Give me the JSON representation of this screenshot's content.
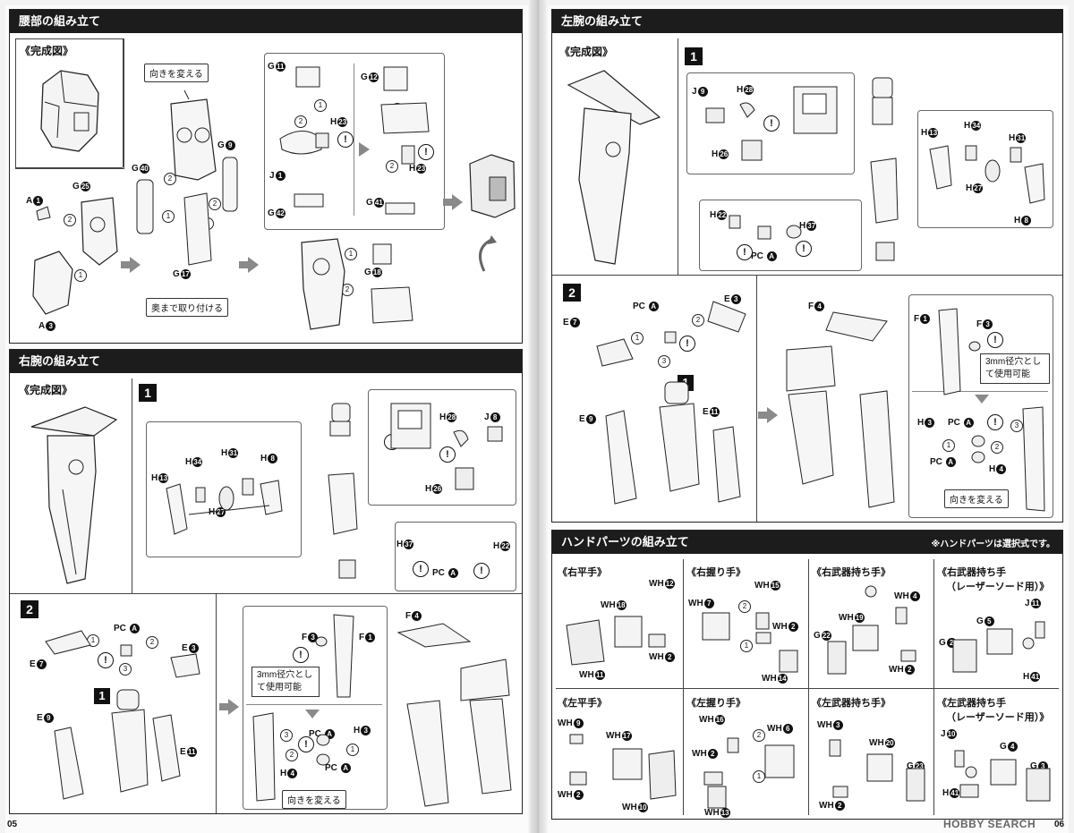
{
  "pages": {
    "left_number": "05",
    "right_number": "06"
  },
  "waist": {
    "title": "腰部の組み立て",
    "complete_label": "《完成図》",
    "callout_turn": "向きを変える",
    "callout_attach": "奥まで取り付ける",
    "parts": {
      "a1": "A",
      "a1n": "1",
      "a3": "A",
      "a3n": "3",
      "g25": "G",
      "g25n": "25",
      "g40": "G",
      "g40n": "40",
      "g9": "G",
      "g9n": "9",
      "g17": "G",
      "g17n": "17",
      "g11": "G",
      "g11n": "11",
      "g12": "G",
      "g12n": "12",
      "h23a": "H",
      "h23an": "23",
      "h23b": "H",
      "h23bn": "23",
      "j1": "J",
      "j1n": "1",
      "g42": "G",
      "g42n": "42",
      "g41": "G",
      "g41n": "41",
      "g18": "G",
      "g18n": "18"
    }
  },
  "right_arm": {
    "title": "右腕の組み立て",
    "complete_label": "《完成図》",
    "step1": "1",
    "step2": "2",
    "step1_inner": "1",
    "callout_hole": "3mm径穴として使用可能",
    "callout_turn": "向きを変える",
    "parts": {
      "h34": "H",
      "h34n": "34",
      "h31": "H",
      "h31n": "31",
      "h8": "H",
      "h8n": "8",
      "h13": "H",
      "h13n": "13",
      "h27": "H",
      "h27n": "27",
      "h28": "H",
      "h28n": "28",
      "j8": "J",
      "j8n": "8",
      "h26": "H",
      "h26n": "26",
      "h37": "H",
      "h37n": "37",
      "h22": "H",
      "h22n": "22",
      "pc_a1": "PC",
      "pc_a1n": "A",
      "pc_a2": "PC",
      "pc_a2n": "A",
      "pc_a3": "PC",
      "pc_a3n": "A",
      "pc_a4": "PC",
      "pc_a4n": "A",
      "e7": "E",
      "e7n": "7",
      "e3": "E",
      "e3n": "3",
      "e9": "E",
      "e9n": "9",
      "e11": "E",
      "e11n": "11",
      "f3": "F",
      "f3n": "3",
      "f1": "F",
      "f1n": "1",
      "f4": "F",
      "f4n": "4",
      "h3": "H",
      "h3n": "3",
      "h4": "H",
      "h4n": "4"
    }
  },
  "left_arm": {
    "title": "左腕の組み立て",
    "complete_label": "《完成図》",
    "step1": "1",
    "step2": "2",
    "step1_inner": "1",
    "callout_hole": "3mm径穴として使用可能",
    "callout_turn": "向きを変える",
    "parts": {
      "j9": "J",
      "j9n": "9",
      "h28": "H",
      "h28n": "28",
      "h26": "H",
      "h26n": "26",
      "h13": "H",
      "h13n": "13",
      "h34": "H",
      "h34n": "34",
      "h31": "H",
      "h31n": "31",
      "h27": "H",
      "h27n": "27",
      "h8": "H",
      "h8n": "8",
      "h22": "H",
      "h22n": "22",
      "h37": "H",
      "h37n": "37",
      "pc_a1": "PC",
      "pc_a1n": "A",
      "pc_a2": "PC",
      "pc_a2n": "A",
      "pc_a3": "PC",
      "pc_a3n": "A",
      "pc_a4": "PC",
      "pc_a4n": "A",
      "e3": "E",
      "e3n": "3",
      "e7": "E",
      "e7n": "7",
      "e9": "E",
      "e9n": "9",
      "e11": "E",
      "e11n": "11",
      "f4": "F",
      "f4n": "4",
      "f1": "F",
      "f1n": "1",
      "f3": "F",
      "f3n": "3",
      "h3": "H",
      "h3n": "3",
      "h4": "H",
      "h4n": "4"
    }
  },
  "hands": {
    "title": "ハンドパーツの組み立て",
    "note": "※ハンドパーツは選択式です。",
    "panels": [
      {
        "title": "《右平手》",
        "parts": [
          "WH",
          "18",
          "WH",
          "12",
          "WH",
          "2",
          "WH",
          "11"
        ]
      },
      {
        "title": "《右握り手》",
        "parts": [
          "WH",
          "7",
          "WH",
          "15",
          "WH",
          "2",
          "WH",
          "14"
        ]
      },
      {
        "title": "《右武器持ち手》",
        "parts": [
          "WH",
          "4",
          "WH",
          "19",
          "G",
          "22",
          "WH",
          "2"
        ]
      },
      {
        "title": "《右武器持ち手",
        "title2": "（レーザーソード用）》",
        "parts": [
          "J",
          "11",
          "G",
          "5",
          "G",
          "2",
          "H",
          "41"
        ]
      },
      {
        "title": "《左平手》",
        "parts": [
          "WH",
          "9",
          "WH",
          "17",
          "WH",
          "2",
          "WH",
          "10"
        ]
      },
      {
        "title": "《左握り手》",
        "parts": [
          "WH",
          "16",
          "WH",
          "6",
          "WH",
          "2",
          "WH",
          "13"
        ]
      },
      {
        "title": "《左武器持ち手》",
        "parts": [
          "WH",
          "3",
          "WH",
          "20",
          "G",
          "23",
          "WH",
          "2"
        ]
      },
      {
        "title": "《左武器持ち手",
        "title2": "（レーザーソード用）》",
        "parts": [
          "J",
          "10",
          "G",
          "4",
          "G",
          "3",
          "H",
          "41"
        ]
      }
    ]
  },
  "watermark": "HOBBY SEARCH",
  "colors": {
    "header_bg": "#1c1c1c",
    "arrow_gray": "#8a8a8a"
  }
}
